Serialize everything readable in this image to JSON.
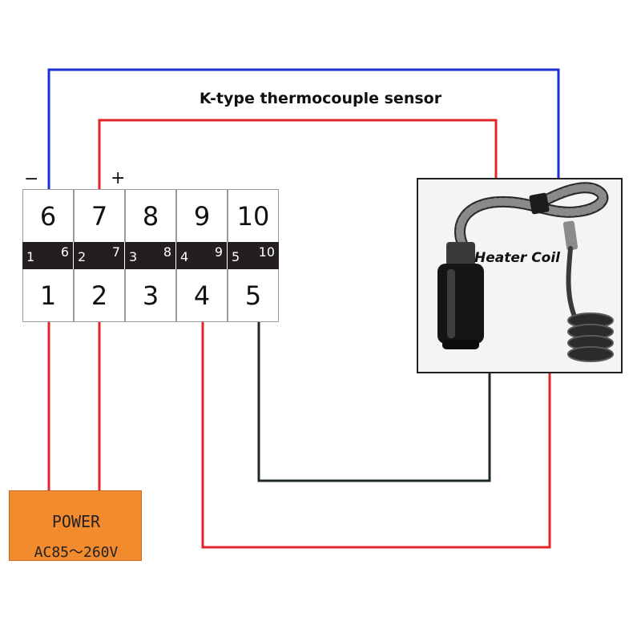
{
  "title": "K-type thermocouple sensor",
  "polarity": {
    "minus": "−",
    "plus": "+"
  },
  "terminal_block": {
    "top_labels": [
      "6",
      "7",
      "8",
      "9",
      "10"
    ],
    "strip_pairs": [
      {
        "low": "1",
        "high": "6"
      },
      {
        "low": "2",
        "high": "7"
      },
      {
        "low": "3",
        "high": "8"
      },
      {
        "low": "4",
        "high": "9"
      },
      {
        "low": "5",
        "high": "10"
      }
    ],
    "bottom_labels": [
      "1",
      "2",
      "3",
      "4",
      "5"
    ]
  },
  "power": {
    "label": "POWER",
    "range": "AC85～260V"
  },
  "heater": {
    "label": "Heater Coil"
  },
  "colors": {
    "blue_wire": "#1a2fd4",
    "red_wire": "#e0262a",
    "black_wire": "#1e2a22",
    "power_fill": "#f28a2e",
    "strip": "#231f20"
  }
}
